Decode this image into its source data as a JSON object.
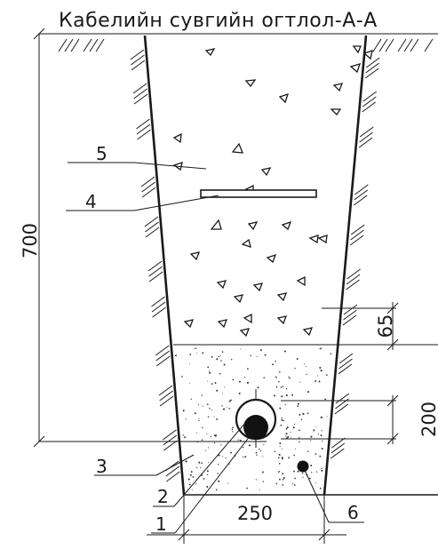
{
  "title": "Кабелийн сувгийн огтлол-А-А",
  "dimensions": {
    "depth": "700",
    "top_layer": "65",
    "sand_zone": "200",
    "bottom_width": "250"
  },
  "callouts": {
    "c1": "1",
    "c2": "2",
    "c3": "3",
    "c4": "4",
    "c5": "5",
    "c6": "6"
  },
  "colors": {
    "ink": "#1a1a1a",
    "background": "#ffffff"
  }
}
